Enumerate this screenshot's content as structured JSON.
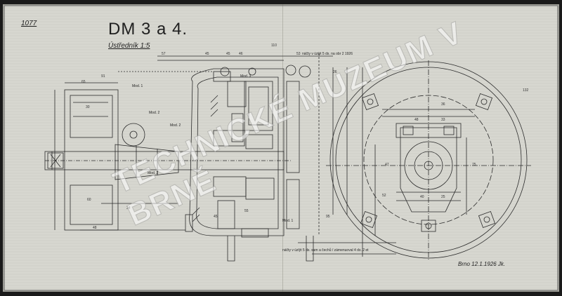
{
  "document": {
    "sheet_number": "1077",
    "title": "DM 3 a 4.",
    "subtitle": "Ústředník 1:5",
    "note_top": "náčty v úzlýt 5 ds. na obr 2 1926",
    "note_bottom": "náčty v úzlýt 5 ds. sam a čechů / zámenuoval 4 ds. 2 et",
    "signature": "Brno 12.1.1926 Jk.",
    "watermark": "TECHNICKÉ MUZEUM V BRNĚ",
    "modifications": [
      "Mod. 1",
      "Mod. 2",
      "Mod. 3",
      "Mod. 2",
      "Mod. 1",
      "Mod. 2"
    ],
    "dimensions": [
      "57",
      "45",
      "45",
      "46",
      "53",
      "65",
      "30",
      "91",
      "60",
      "34",
      "48",
      "45",
      "55",
      "110",
      "26",
      "52",
      "95",
      "48",
      "33",
      "40",
      "25",
      "75",
      "47",
      "36",
      "132"
    ]
  },
  "colors": {
    "paper": "#d6d6cf",
    "ink": "#1f1f1f",
    "border": "#1a1a1a"
  }
}
